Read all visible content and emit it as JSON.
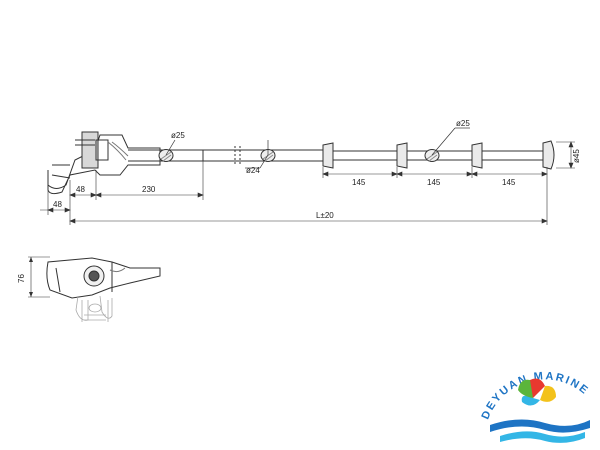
{
  "drawing": {
    "dimensions": {
      "d_top_25": "ø25",
      "d_left_25": "ø25",
      "d_24": "ø24",
      "d_45": "ø45",
      "seg_145_a": "145",
      "seg_145_b": "145",
      "seg_145_c": "145",
      "len_48_upper": "48",
      "len_48_lower": "48",
      "len_230": "230",
      "len_total": "L±20",
      "height_76": "76"
    }
  },
  "logo": {
    "brand_text": "DEYUAN MARINE",
    "colors": {
      "blue": "#1e74c4",
      "red": "#e8392f",
      "yellow": "#f3c21b",
      "cyan": "#33b6e6",
      "green": "#5bb53b"
    }
  }
}
